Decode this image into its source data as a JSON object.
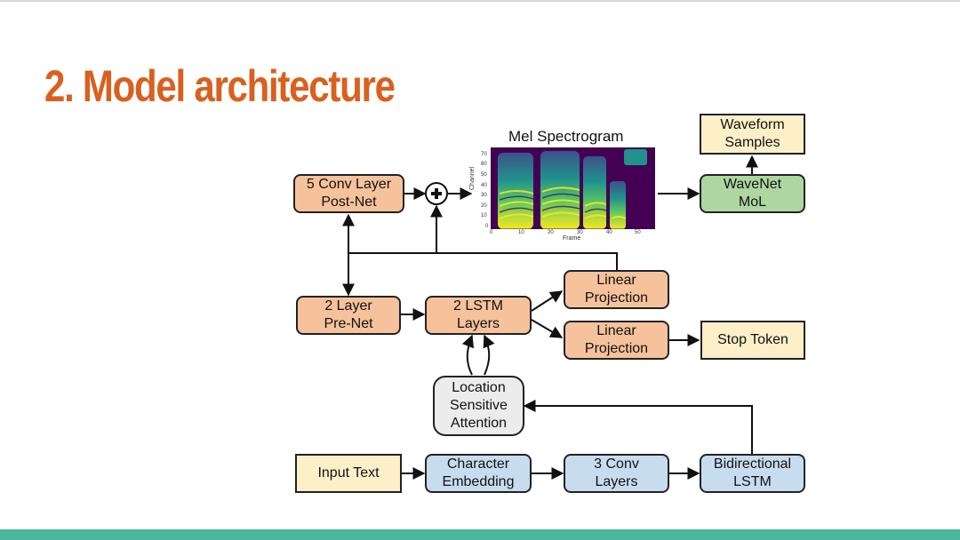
{
  "slide": {
    "title": "2. Model architecture"
  },
  "diagram": {
    "boxes": {
      "postnet": "5 Conv Layer\nPost-Net",
      "prenet": "2 Layer\nPre-Net",
      "lstm": "2 LSTM\nLayers",
      "linear_proj_1": "Linear\nProjection",
      "linear_proj_2": "Linear\nProjection",
      "stop_token": "Stop Token",
      "attention": "Location\nSensitive\nAttention",
      "input_text": "Input Text",
      "char_embedding": "Character\nEmbedding",
      "conv_layers": "3 Conv\nLayers",
      "bilstm": "Bidirectional\nLSTM",
      "wavenet": "WaveNet\nMoL",
      "waveform": "Waveform\nSamples"
    },
    "spectrogram": {
      "title": "Mel Spectrogram",
      "ylabel": "Channel",
      "xlabel": "Frame",
      "yticks": [
        "70",
        "60",
        "50",
        "40",
        "30",
        "20",
        "10",
        "0"
      ],
      "xticks": [
        "0",
        "10",
        "20",
        "30",
        "40",
        "50"
      ]
    },
    "colors": {
      "orange": "#f5c29b",
      "blue": "#c8dcf0",
      "green": "#aed6a0",
      "yellow": "#fdf0c8",
      "gray": "#ececec",
      "title": "#d9601f",
      "footer": "#4db6a0"
    }
  }
}
